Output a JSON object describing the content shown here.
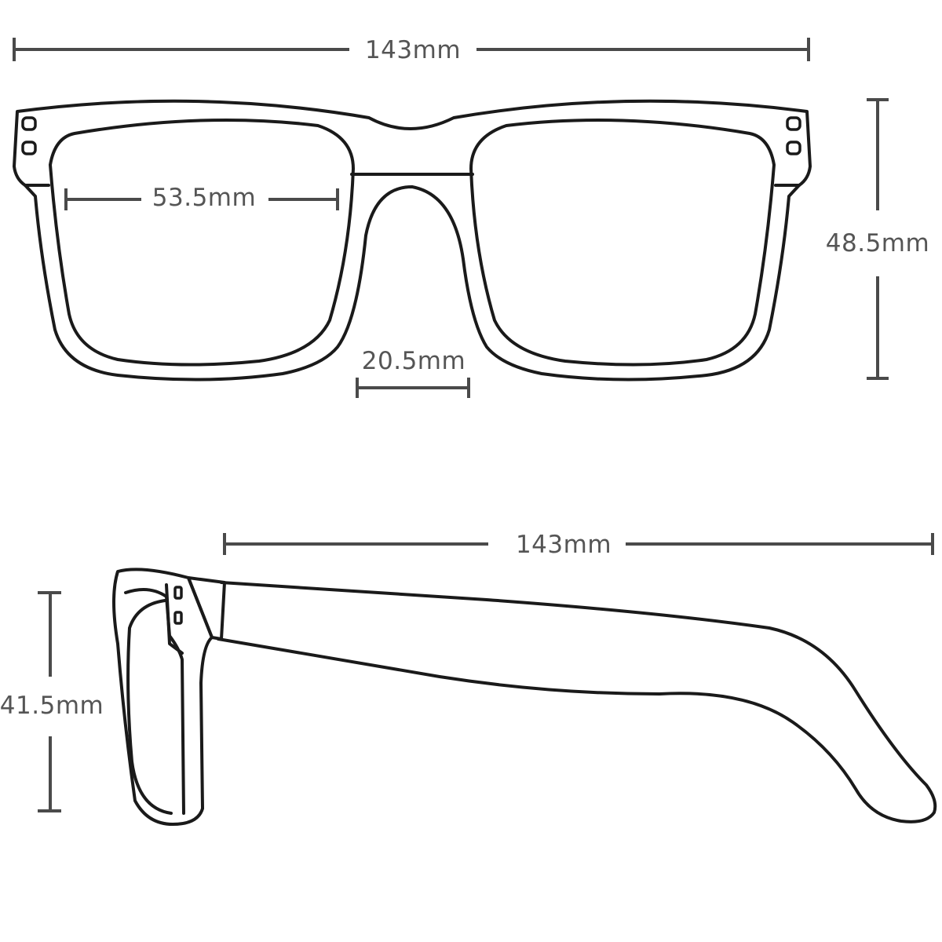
{
  "dimensions": {
    "front_total_width": "143mm",
    "lens_width": "53.5mm",
    "bridge_width": "20.5mm",
    "lens_height": "48.5mm",
    "temple_length": "143mm",
    "side_height": "41.5mm"
  }
}
